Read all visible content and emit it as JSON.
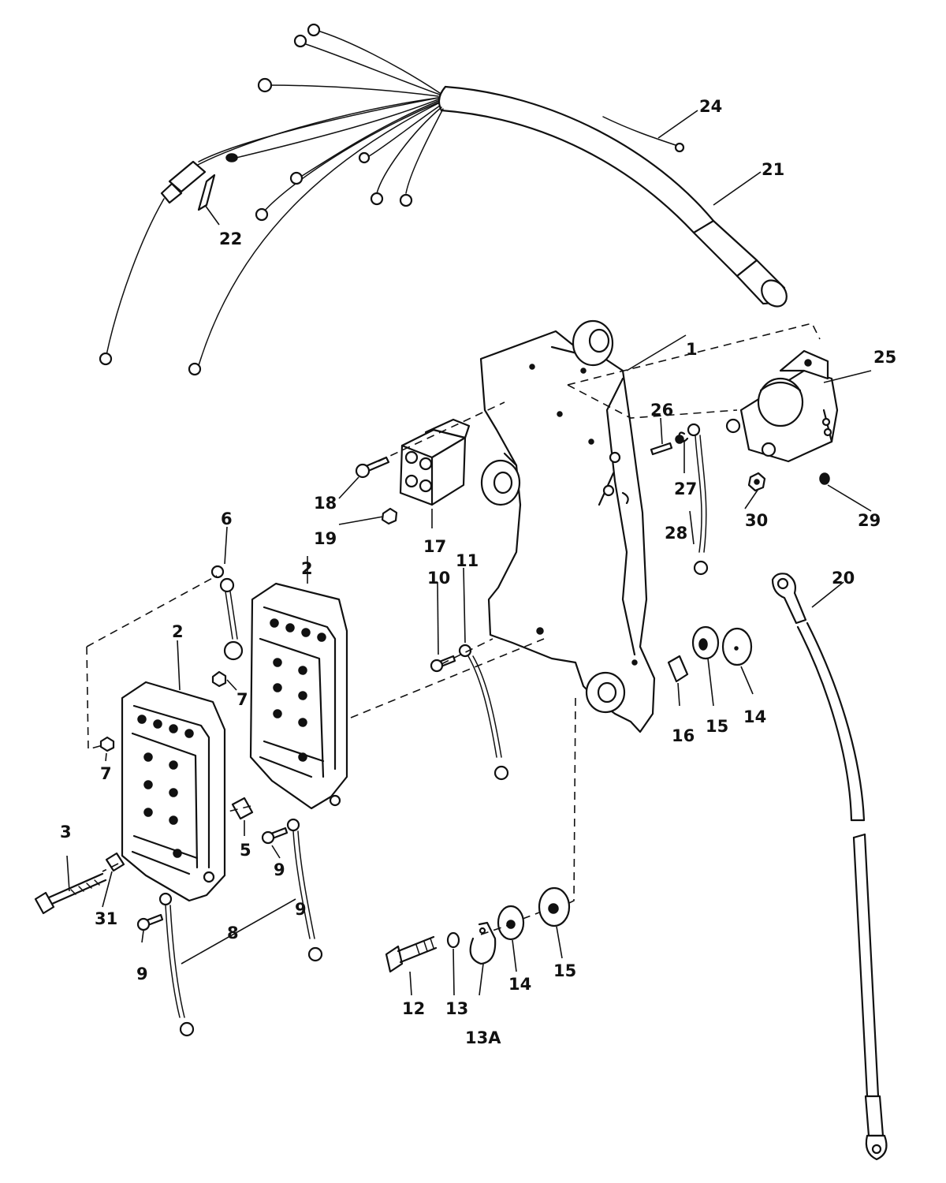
{
  "diagram": {
    "part_labels": [
      "1",
      "2",
      "2",
      "3",
      "5",
      "6",
      "7",
      "7",
      "8",
      "9",
      "9",
      "9",
      "10",
      "11",
      "12",
      "13",
      "13A",
      "14",
      "14",
      "15",
      "15",
      "16",
      "17",
      "18",
      "19",
      "20",
      "21",
      "22",
      "24",
      "25",
      "26",
      "27",
      "28",
      "29",
      "30",
      "31"
    ]
  }
}
